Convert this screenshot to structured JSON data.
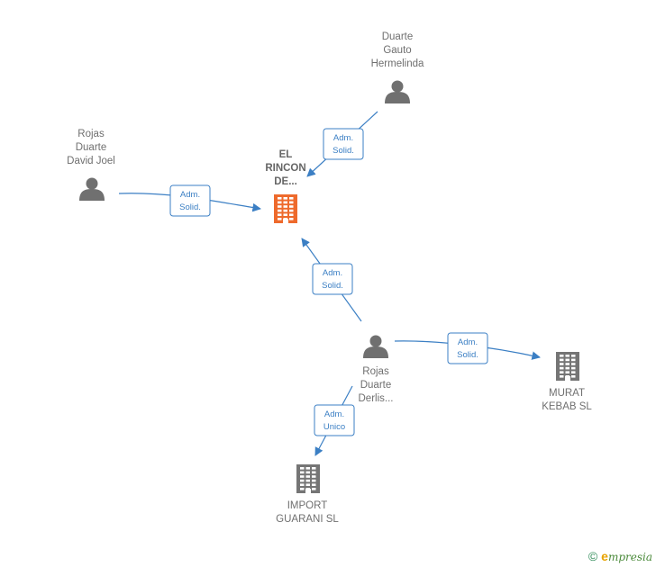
{
  "colors": {
    "edge": "#3b7fc4",
    "person": "#707070",
    "company": "#757575",
    "company_highlight": "#ee6a2c"
  },
  "nodes": [
    {
      "id": "center",
      "type": "company",
      "highlight": true,
      "lines": [
        "EL",
        "RINCON",
        "DE..."
      ]
    },
    {
      "id": "duarte_gauto",
      "type": "person",
      "lines": [
        "Duarte",
        "Gauto",
        "Hermelinda"
      ]
    },
    {
      "id": "rojas_david",
      "type": "person",
      "lines": [
        "Rojas",
        "Duarte",
        "David Joel"
      ]
    },
    {
      "id": "rojas_derlis",
      "type": "person",
      "lines": [
        "Rojas",
        "Duarte",
        "Derlis..."
      ]
    },
    {
      "id": "murat",
      "type": "company",
      "lines": [
        "MURAT",
        "KEBAB  SL"
      ]
    },
    {
      "id": "import",
      "type": "company",
      "lines": [
        "IMPORT",
        "GUARANI  SL"
      ]
    }
  ],
  "edges": [
    {
      "id": "e1",
      "from": "duarte_gauto",
      "to": "center",
      "label": [
        "Adm.",
        "Solid."
      ]
    },
    {
      "id": "e2",
      "from": "rojas_david",
      "to": "center",
      "label": [
        "Adm.",
        "Solid."
      ]
    },
    {
      "id": "e3",
      "from": "rojas_derlis",
      "to": "center",
      "label": [
        "Adm.",
        "Solid."
      ]
    },
    {
      "id": "e4",
      "from": "rojas_derlis",
      "to": "murat",
      "label": [
        "Adm.",
        "Solid."
      ]
    },
    {
      "id": "e5",
      "from": "rojas_derlis",
      "to": "import",
      "label": [
        "Adm.",
        "Unico"
      ]
    }
  ],
  "footer": {
    "copyright_symbol": "©",
    "brand_initial": "e",
    "brand_rest": "mpresia"
  }
}
